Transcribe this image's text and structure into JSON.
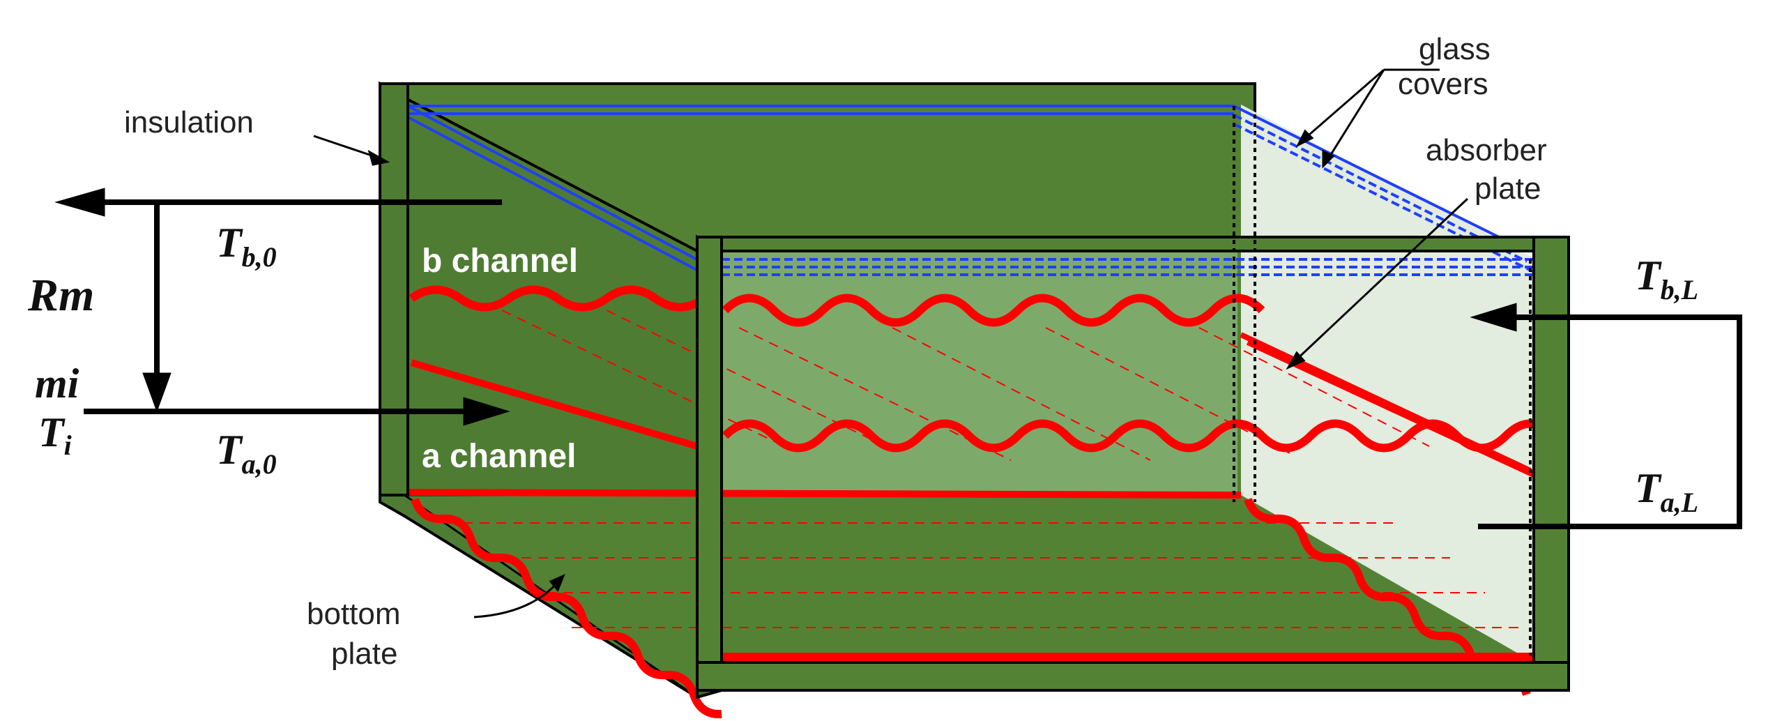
{
  "labels": {
    "insulation": "insulation",
    "glass_covers_line1": "glass",
    "glass_covers_line2": "covers",
    "absorber_line1": "absorber",
    "absorber_line2": "plate",
    "bottom_line1": "bottom",
    "bottom_line2": "plate",
    "b_channel": "b channel",
    "a_channel": "a channel"
  },
  "variables": {
    "T_b0": {
      "main": "T",
      "sub": "b,0"
    },
    "T_a0": {
      "main": "T",
      "sub": "a,0"
    },
    "T_bL": {
      "main": "T",
      "sub": "b,L"
    },
    "T_aL": {
      "main": "T",
      "sub": "a,L"
    },
    "T_i": {
      "main": "T",
      "sub": "i"
    },
    "Rm": "Rm",
    "mi": "mi"
  },
  "colors": {
    "insulation_green": "#548235",
    "insulation_green_dark": "#3d6426",
    "front_window": "#7daa6b",
    "right_window": "#e2ecdf",
    "absorber_red": "#ff0000",
    "glass_blue": "#1f3fff",
    "outline": "#000000"
  }
}
